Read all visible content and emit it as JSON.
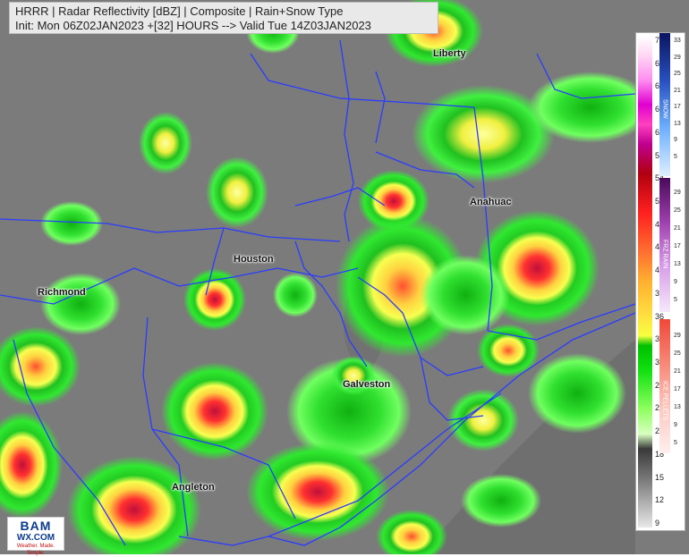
{
  "header": {
    "line1": "HRRR | Radar Reflectivity [dBZ] | Composite | Rain+Snow Type",
    "line2": "Init: Mon 06Z02JAN2023 +[32] HOURS --> Valid Tue 14Z03JAN2023"
  },
  "cities": [
    {
      "name": "Liberty"
    },
    {
      "name": "Anahuac"
    },
    {
      "name": "Houston"
    },
    {
      "name": "Richmond"
    },
    {
      "name": "Galveston"
    },
    {
      "name": "Angleton"
    }
  ],
  "legend": {
    "rain_ticks": [
      "72",
      "69",
      "66",
      "63",
      "60",
      "57",
      "54",
      "51",
      "48",
      "45",
      "42",
      "39",
      "36",
      "33",
      "30",
      "27",
      "24",
      "21",
      "18",
      "15",
      "12",
      "9"
    ],
    "snow": {
      "label": "SNOW",
      "ticks": [
        "33",
        "29",
        "25",
        "21",
        "17",
        "13",
        "9",
        "5"
      ],
      "color": "#0a1f6e"
    },
    "frz_rain": {
      "label": "FRZ RAIN",
      "ticks": [
        "29",
        "25",
        "21",
        "17",
        "13",
        "9",
        "5"
      ],
      "color": "#8a2a8a"
    },
    "ice_pellets": {
      "label": "ICE PELLETS",
      "ticks": [
        "29",
        "25",
        "21",
        "17",
        "13",
        "9",
        "5"
      ],
      "color": "#f0584a"
    }
  },
  "logo": {
    "line1": "BAM",
    "line2": "WX.COM",
    "line3": "Weather. Made. Simple."
  },
  "colors": {
    "map_bg": "#7d7d7d",
    "county_lines": "#2a2aff",
    "water": "#6e6e6e"
  }
}
